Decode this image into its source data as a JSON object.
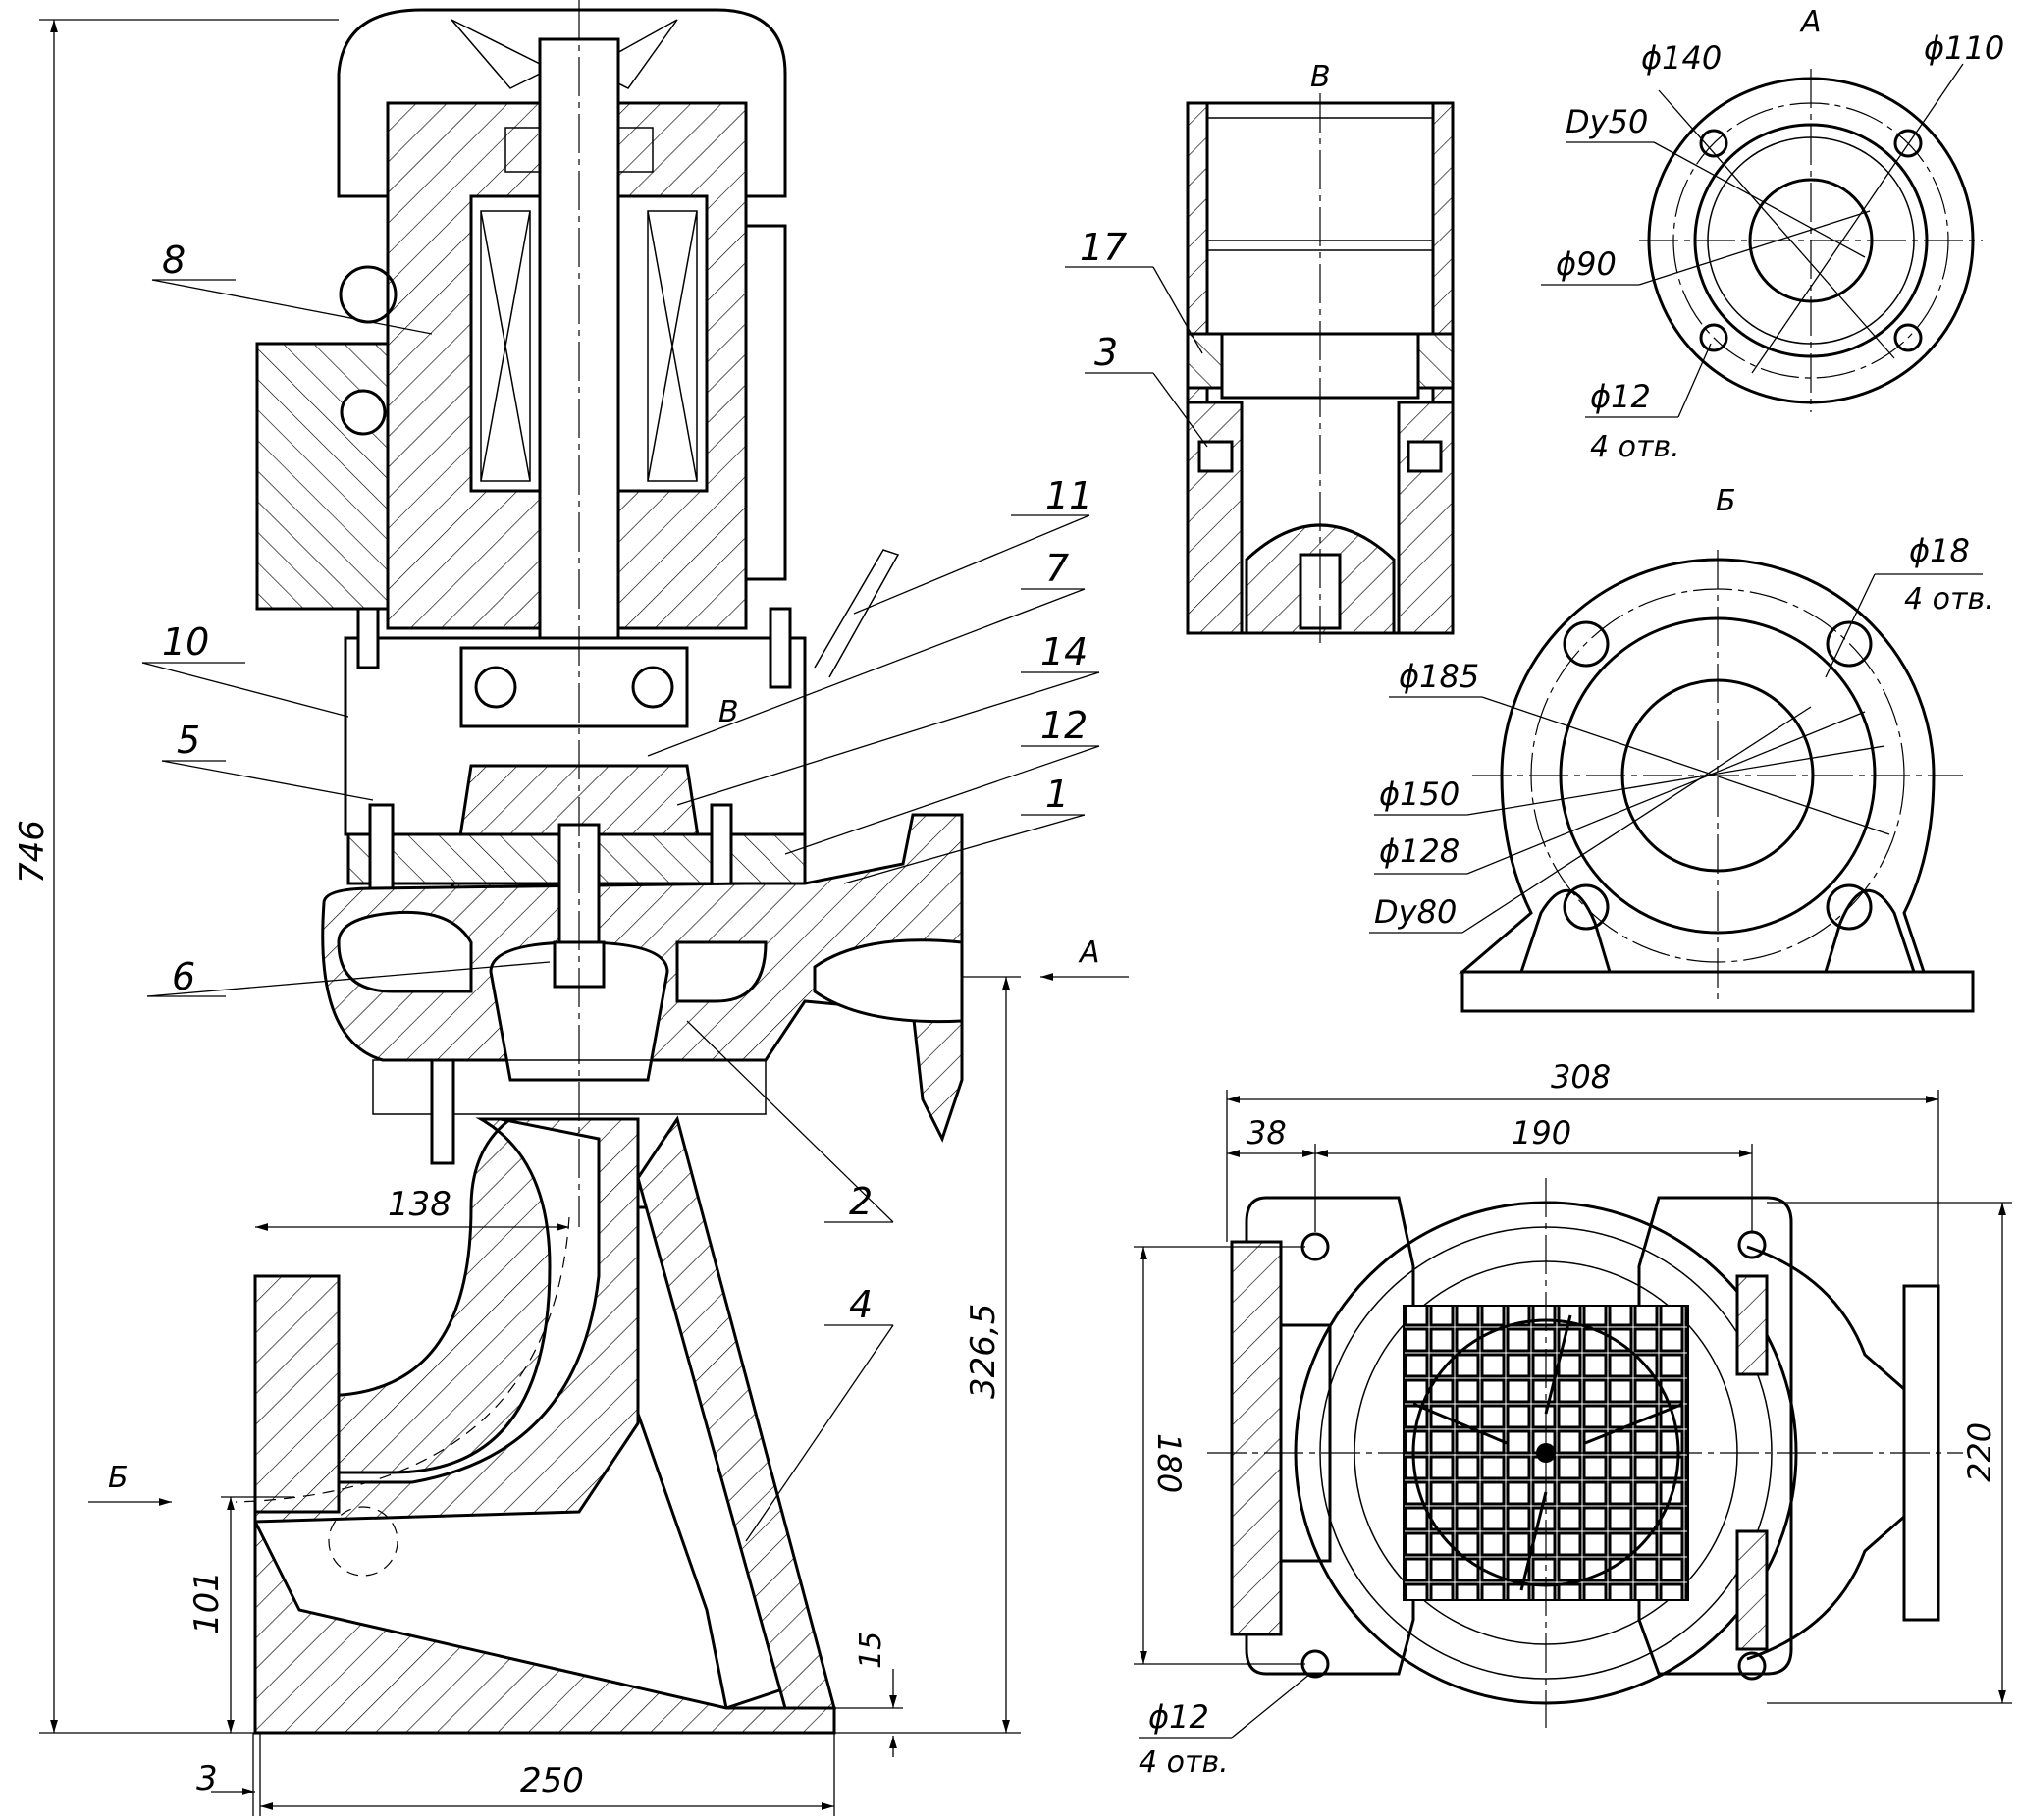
{
  "callouts": {
    "c1": "1",
    "c2": "2",
    "c3": "3",
    "c4": "4",
    "c5": "5",
    "c6": "6",
    "c7": "7",
    "c8": "8",
    "c10": "10",
    "c11": "11",
    "c12": "12",
    "c14": "14",
    "c17": "17"
  },
  "view_labels": {
    "A": "А",
    "B": "Б",
    "V": "В",
    "V_inline": "В"
  },
  "main_dims": {
    "h746": "746",
    "h326": "326,5",
    "d138": "138",
    "d250": "250",
    "d3": "3",
    "d101": "101",
    "d15": "15"
  },
  "view_a_dims": {
    "d140": "ϕ140",
    "d110": "ϕ110",
    "dy50": "Dy50",
    "d90": "ϕ90",
    "d12": "ϕ12",
    "holes": "4 отв."
  },
  "view_b_dims": {
    "d18": "ϕ18",
    "holes": "4 отв.",
    "d185": "ϕ185",
    "d150": "ϕ150",
    "d128": "ϕ128",
    "dy80": "Dy80"
  },
  "plan_dims": {
    "d308": "308",
    "d38": "38",
    "d190": "190",
    "d180": "180",
    "d220": "220",
    "d12": "ϕ12",
    "holes": "4 отв."
  }
}
